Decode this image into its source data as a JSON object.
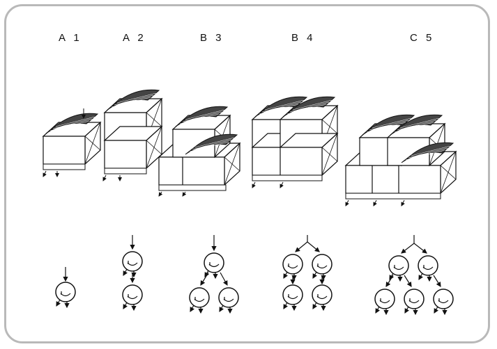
{
  "configurations": [
    {
      "label": "A 1"
    },
    {
      "label": "A 2"
    },
    {
      "label": "B 3"
    },
    {
      "label": "B 4"
    },
    {
      "label": "C 5"
    }
  ]
}
